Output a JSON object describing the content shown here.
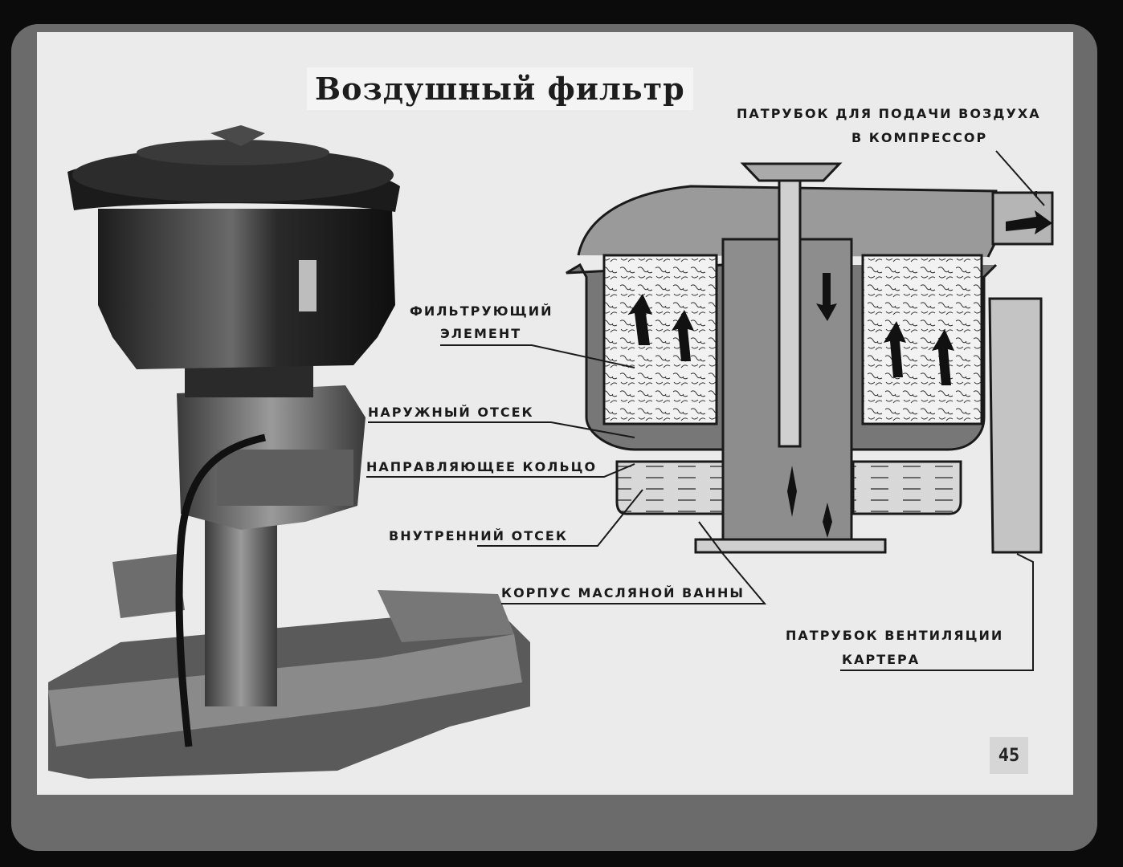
{
  "title": "Воздушный фильтр",
  "labels": {
    "inlet_line1": "ПАТРУБОК ДЛЯ ПОДАЧИ ВОЗДУХА",
    "inlet_line2": "В КОМПРЕССОР",
    "filter_line1": "ФИЛЬТРУЮЩИЙ",
    "filter_line2": "ЭЛЕМЕНТ",
    "outer": "НАРУЖНЫЙ ОТСЕК",
    "guide_ring": "НАПРАВЛЯЮЩЕЕ КОЛЬЦО",
    "inner": "ВНУТРЕННИЙ ОТСЕК",
    "oil_bath": "КОРПУС МАСЛЯНОЙ ВАННЫ",
    "vent_line1": "ПАТРУБОК ВЕНТИЛЯЦИИ",
    "vent_line2": "КАРТЕРА"
  },
  "page_number": "45",
  "colors": {
    "slide": "#ebebeb",
    "frame": "#6b6b6b",
    "ink": "#1a1a1a"
  },
  "icons": [
    "air-filter-photo",
    "cross-section-diagram",
    "airflow-arrow"
  ]
}
